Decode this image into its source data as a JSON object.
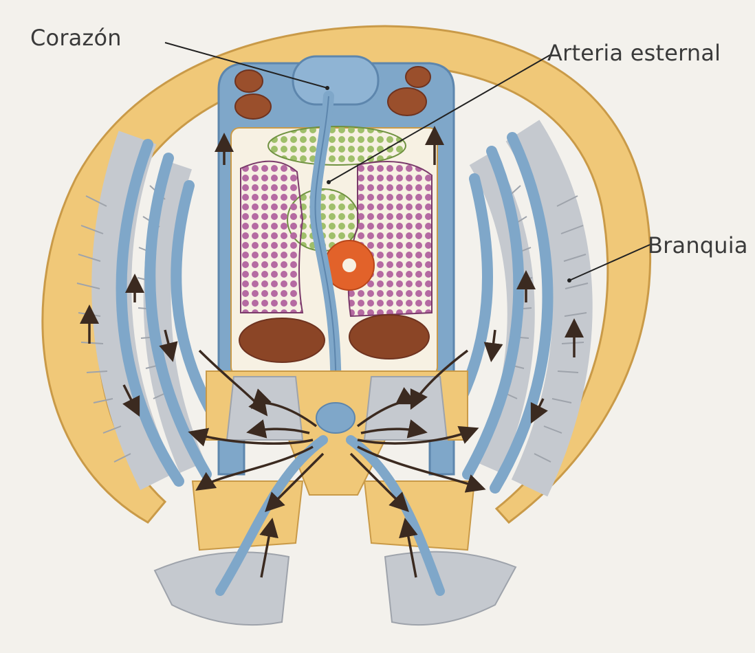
{
  "labels": {
    "corazon": "Corazón",
    "arteria": "Arteria esternal",
    "branquia": "Branquia"
  },
  "colors": {
    "background": "#f3f1ec",
    "carapace": "#f0c878",
    "carapace_edge": "#c99a48",
    "vessel": "#7fa7c9",
    "vessel_dark": "#5d86ad",
    "gill": "#b9bec7",
    "muscle": "#9a3f2c",
    "gland": "#9a4f85",
    "gut": "#7fa24d",
    "nerve": "#e2622a",
    "arrow": "#3b2a20",
    "leader": "#222222"
  }
}
